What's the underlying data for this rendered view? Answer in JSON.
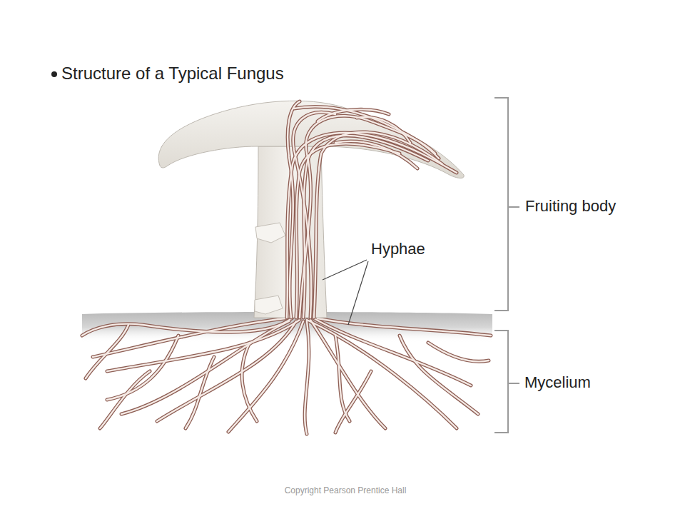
{
  "diagram": {
    "title": "Structure of a Typical Fungus",
    "labels": [
      "Fruiting body",
      "Hyphae",
      "Mycelium",
      "Copyright Pearson Prentice Hall"
    ]
  }
}
